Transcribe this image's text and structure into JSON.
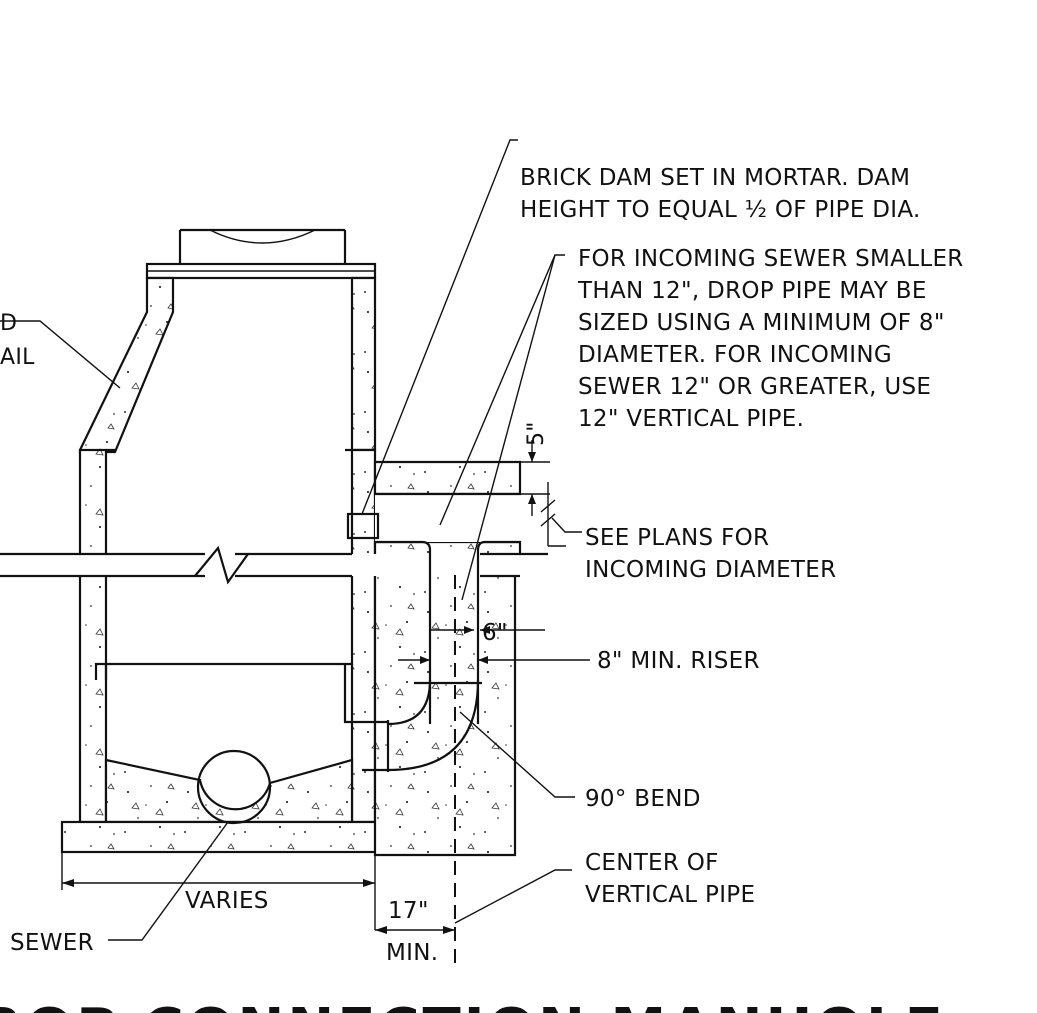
{
  "notes": {
    "brick_dam": [
      "BRICK DAM SET IN MORTAR. DAM",
      "HEIGHT TO EQUAL ½ OF PIPE DIA."
    ],
    "drop_pipe": [
      "FOR INCOMING SEWER SMALLER",
      "THAN 12\", DROP PIPE MAY BE",
      "SIZED USING A MINIMUM OF 8\"",
      "DIAMETER.  FOR INCOMING",
      "SEWER 12\" OR GREATER, USE",
      "12\" VERTICAL PIPE."
    ],
    "left_partial": [
      "D",
      "AIL"
    ],
    "see_plans": [
      "SEE PLANS FOR",
      "INCOMING DIAMETER"
    ],
    "riser": "8\" MIN. RISER",
    "bend": "90° BEND",
    "center_pipe": [
      "CENTER OF",
      "VERTICAL PIPE"
    ],
    "sewer": "SEWER",
    "varies": "VARIES"
  },
  "dimensions": {
    "top_offset": "5\"",
    "riser_gap": "6\"",
    "offset": "17\"",
    "min": "MIN."
  },
  "title_partial": "DROP CONNECTION MANHOLE"
}
